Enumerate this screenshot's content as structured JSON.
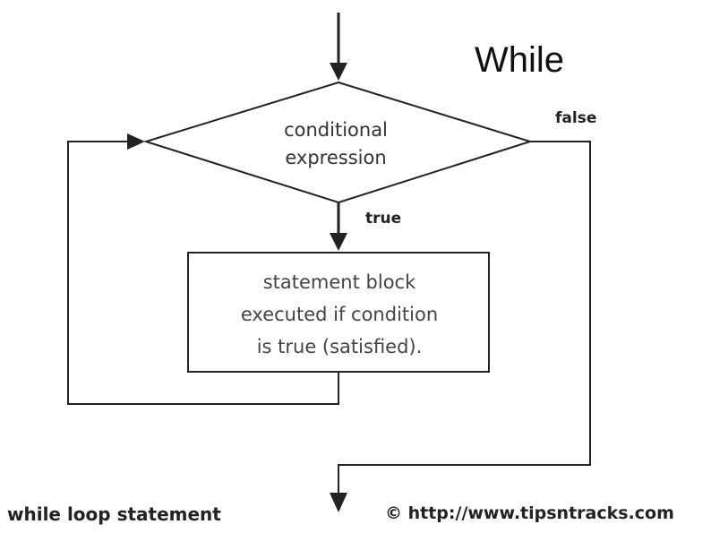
{
  "title": "While",
  "decision": {
    "lines": [
      "conditional",
      "expression"
    ]
  },
  "branches": {
    "false_label": "false",
    "true_label": "true"
  },
  "statement_block": {
    "lines": [
      "statement block",
      "executed if condition",
      "is true (satisfied)."
    ]
  },
  "caption": "while loop statement",
  "credit": "© http://www.tipsntracks.com",
  "colors": {
    "stroke": "#222222",
    "background": "#ffffff"
  }
}
